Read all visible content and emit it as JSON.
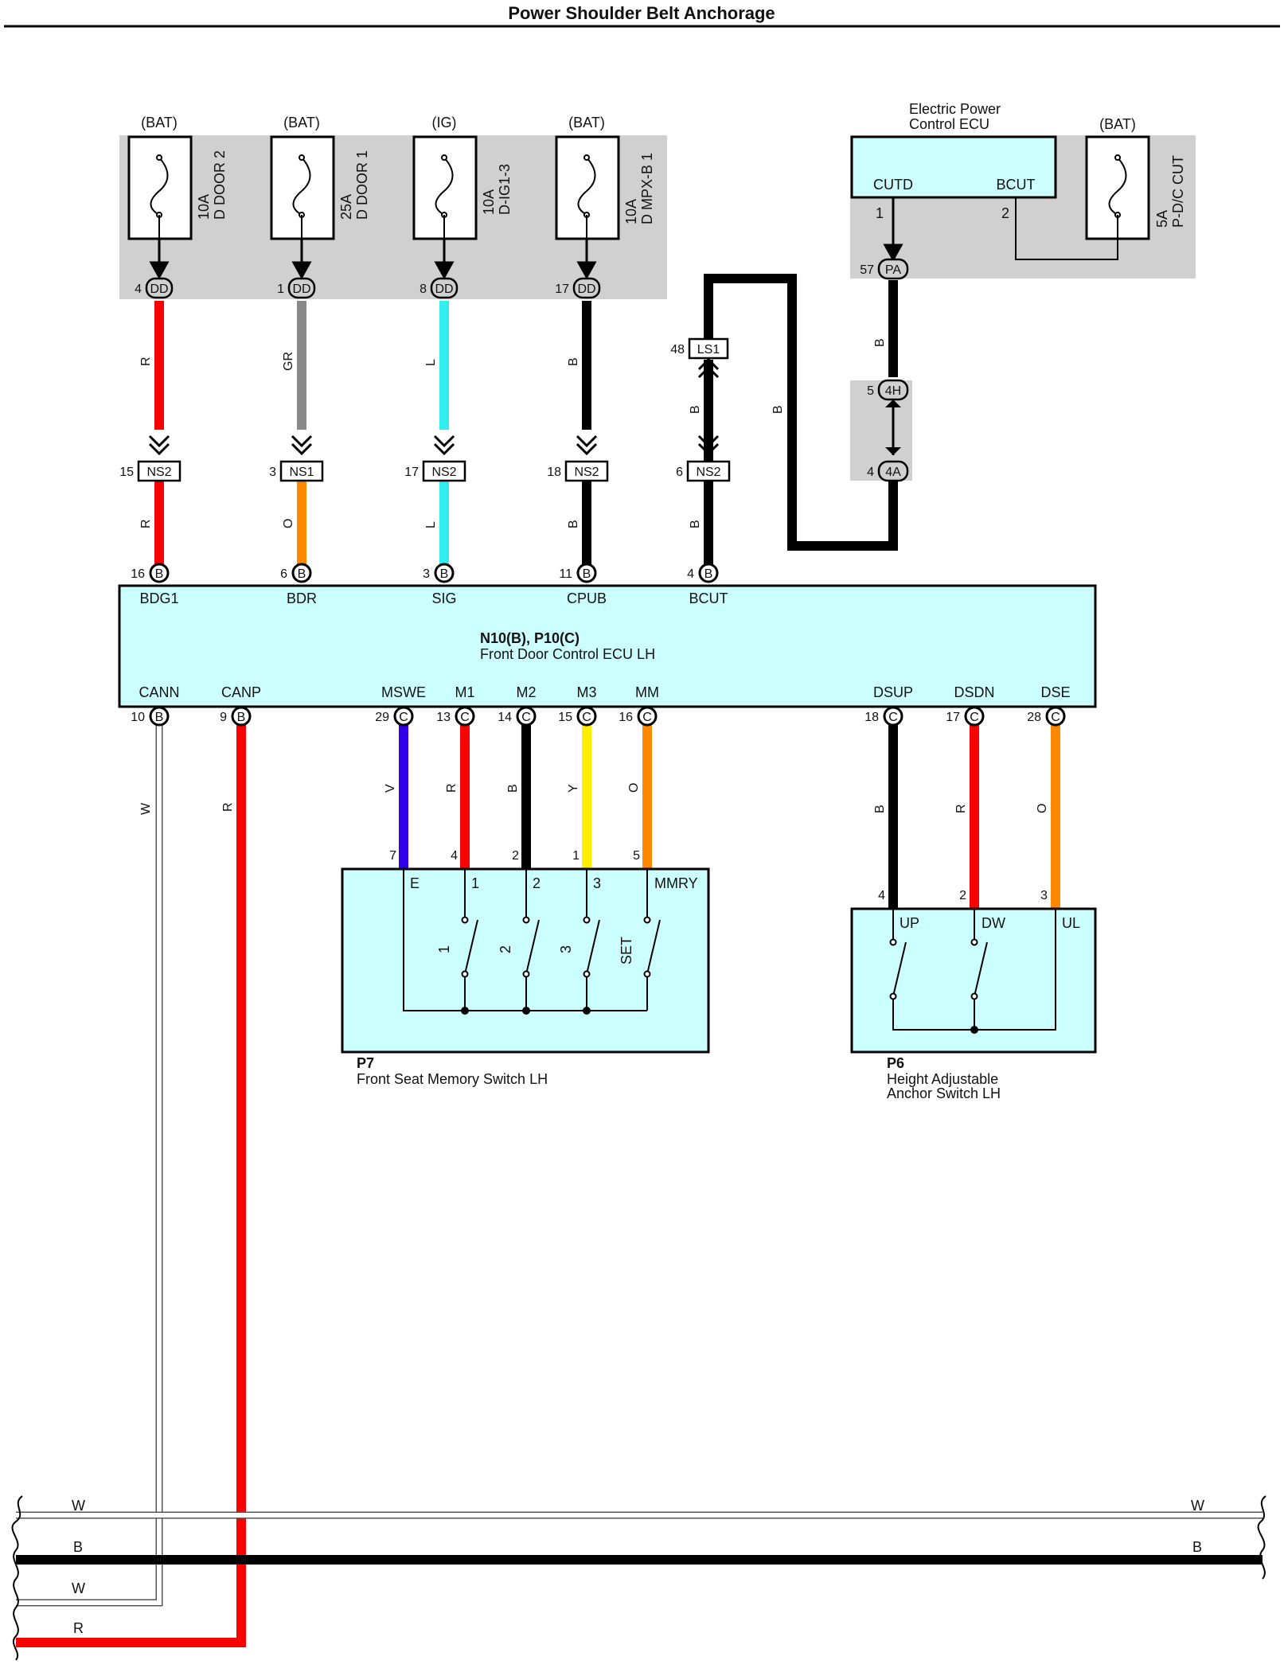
{
  "title": "Power Shoulder Belt Anchorage",
  "fuses": [
    {
      "supply": "(BAT)",
      "rating": "10A",
      "name": "D DOOR 2",
      "pin": "4",
      "conn": "DD",
      "wire": "R",
      "color": "#ff0000",
      "ns_pin": "15",
      "ns": "NS2",
      "wire2": "R",
      "color2": "#ff0000",
      "ecu_pin": "16",
      "ecu_conn": "B",
      "terminal": "BDG1"
    },
    {
      "supply": "(BAT)",
      "rating": "25A",
      "name": "D DOOR 1",
      "pin": "1",
      "conn": "DD",
      "wire": "GR",
      "color": "#888888",
      "ns_pin": "3",
      "ns": "NS1",
      "wire2": "O",
      "color2": "#ff8800",
      "ecu_pin": "6",
      "ecu_conn": "B",
      "terminal": "BDR"
    },
    {
      "supply": "(IG)",
      "rating": "10A",
      "name": "D-IG1-3",
      "pin": "8",
      "conn": "DD",
      "wire": "L",
      "color": "#33eeee",
      "ns_pin": "17",
      "ns": "NS2",
      "wire2": "L",
      "color2": "#33eeee",
      "ecu_pin": "3",
      "ecu_conn": "B",
      "terminal": "SIG"
    },
    {
      "supply": "(BAT)",
      "rating": "10A",
      "name": "D MPX-B 1",
      "pin": "17",
      "conn": "DD",
      "wire": "B",
      "color": "#000000",
      "ns_pin": "18",
      "ns": "NS2",
      "wire2": "B",
      "color2": "#000000",
      "ecu_pin": "11",
      "ecu_conn": "B",
      "terminal": "CPUB"
    }
  ],
  "bcut_circuit": {
    "ls_pin": "48",
    "ls": "LS1",
    "wire_up": "B",
    "wire_long": "B",
    "ns_pin": "6",
    "ns": "NS2",
    "wire2": "B",
    "ecu_pin": "4",
    "ecu_conn": "B",
    "terminal": "BCUT"
  },
  "epc_ecu": {
    "name_line1": "Electric Power",
    "name_line2": "Control ECU",
    "term1": "CUTD",
    "term2": "BCUT",
    "pin1": "1",
    "pin2": "2",
    "pa_pin": "57",
    "pa": "PA",
    "wire": "B",
    "h4_pin": "5",
    "h4": "4H",
    "a4_pin": "4",
    "a4": "4A"
  },
  "pdc_fuse": {
    "supply": "(BAT)",
    "rating": "5A",
    "name": "P-D/C CUT"
  },
  "door_ecu": {
    "code": "N10(B), P10(C)",
    "name": "Front Door Control ECU LH"
  },
  "bottom_terms": [
    {
      "pin": "10",
      "conn": "B",
      "label": "CANN",
      "wire": "W",
      "color": "#ffffff"
    },
    {
      "pin": "9",
      "conn": "B",
      "label": "CANP",
      "wire": "R",
      "color": "#ff0000"
    },
    {
      "pin": "29",
      "conn": "C",
      "label": "MSWE",
      "wire": "V",
      "color": "#3300ee",
      "sw_pin": "7",
      "sw_term": "E"
    },
    {
      "pin": "13",
      "conn": "C",
      "label": "M1",
      "wire": "R",
      "color": "#ff0000",
      "sw_pin": "4",
      "sw_term": "1"
    },
    {
      "pin": "14",
      "conn": "C",
      "label": "M2",
      "wire": "B",
      "color": "#000000",
      "sw_pin": "2",
      "sw_term": "2"
    },
    {
      "pin": "15",
      "conn": "C",
      "label": "M3",
      "wire": "Y",
      "color": "#ffee00",
      "sw_pin": "1",
      "sw_term": "3"
    },
    {
      "pin": "16",
      "conn": "C",
      "label": "MM",
      "wire": "O",
      "color": "#ff8800",
      "sw_pin": "5",
      "sw_term": "MMRY"
    },
    {
      "pin": "18",
      "conn": "C",
      "label": "DSUP",
      "wire": "B",
      "color": "#000000",
      "sw_pin": "4",
      "sw_term": "UP"
    },
    {
      "pin": "17",
      "conn": "C",
      "label": "DSDN",
      "wire": "R",
      "color": "#ff0000",
      "sw_pin": "2",
      "sw_term": "DW"
    },
    {
      "pin": "28",
      "conn": "C",
      "label": "DSE",
      "wire": "O",
      "color": "#ff8800",
      "sw_pin": "3",
      "sw_term": "UL"
    }
  ],
  "memory_switch": {
    "code": "P7",
    "name": "Front Seat Memory Switch LH",
    "switch_labels": [
      "1",
      "2",
      "3",
      "SET"
    ]
  },
  "anchor_switch": {
    "code": "P6",
    "name_line1": "Height Adjustable",
    "name_line2": "Anchor Switch LH"
  },
  "bus_lines": {
    "w_top": "W",
    "b": "B",
    "w_bottom": "W",
    "r": "R",
    "w_right": "W",
    "b_right": "B"
  },
  "colors": {
    "ecu_fill": "#ccffff",
    "shade": "#d0d0d0",
    "red": "#ff0000",
    "black": "#000000"
  }
}
